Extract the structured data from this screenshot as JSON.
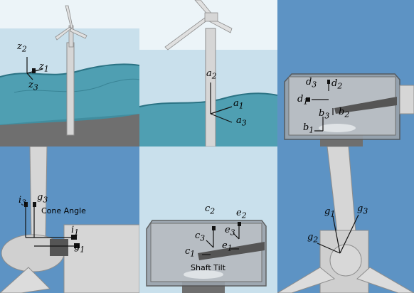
{
  "panels": [
    {
      "id": "tower-platform",
      "vectors": [
        {
          "hat": "^",
          "letter": "z",
          "sub": "2"
        },
        {
          "hat": "^",
          "letter": "z",
          "sub": "1"
        },
        {
          "hat": "^",
          "letter": "z",
          "sub": "3"
        }
      ]
    },
    {
      "id": "tower-top",
      "vectors": [
        {
          "hat": "^",
          "letter": "a",
          "sub": "2"
        },
        {
          "hat": "^",
          "letter": "a",
          "sub": "1"
        },
        {
          "hat": "^",
          "letter": "a",
          "sub": "3"
        }
      ]
    },
    {
      "id": "nacelle-yaw",
      "vectors": [
        {
          "hat": "^",
          "letter": "d",
          "sub": "3"
        },
        {
          "hat": "^",
          "letter": "d",
          "sub": "2"
        },
        {
          "hat": "^",
          "letter": "d",
          "sub": "1"
        },
        {
          "hat": "^",
          "letter": "b",
          "sub": "3"
        },
        {
          "hat": "^",
          "letter": "b",
          "sub": "2"
        },
        {
          "hat": "^",
          "letter": "b",
          "sub": "1"
        }
      ]
    },
    {
      "id": "blade-cone",
      "caption": "Cone Angle",
      "vectors": [
        {
          "hat": "^",
          "letter": "i",
          "sub": "3"
        },
        {
          "hat": "^",
          "letter": "g",
          "sub": "3"
        },
        {
          "hat": "^",
          "letter": "i",
          "sub": "1"
        },
        {
          "hat": "^",
          "letter": "g",
          "sub": "1"
        }
      ]
    },
    {
      "id": "shaft-tilt",
      "caption": "Shaft Tilt",
      "vectors": [
        {
          "hat": "^",
          "letter": "c",
          "sub": "2"
        },
        {
          "hat": "^",
          "letter": "e",
          "sub": "2"
        },
        {
          "hat": "^",
          "letter": "c",
          "sub": "3"
        },
        {
          "hat": "^",
          "letter": "e",
          "sub": "3"
        },
        {
          "hat": "^",
          "letter": "c",
          "sub": "1"
        },
        {
          "hat": "^",
          "letter": "e",
          "sub": "1"
        }
      ]
    },
    {
      "id": "blade-pitch",
      "vectors": [
        {
          "hat": "^",
          "letter": "g",
          "sub": "1"
        },
        {
          "hat": "^",
          "letter": "g",
          "sub": "3"
        },
        {
          "hat": "^",
          "letter": "g",
          "sub": "2"
        }
      ]
    }
  ],
  "colors": {
    "sky": "#c9e0ec",
    "sky_blue": "#5d93c4",
    "water": "#3a93a8",
    "water_dark": "#2b7384",
    "seabed": "#6f6f6f",
    "turbine": "#d6d6d6",
    "turbine_edge": "#8d8d8d",
    "nacelle_glass": "#9aa3ab",
    "shaft": "#555555",
    "arrow": "#111111"
  }
}
